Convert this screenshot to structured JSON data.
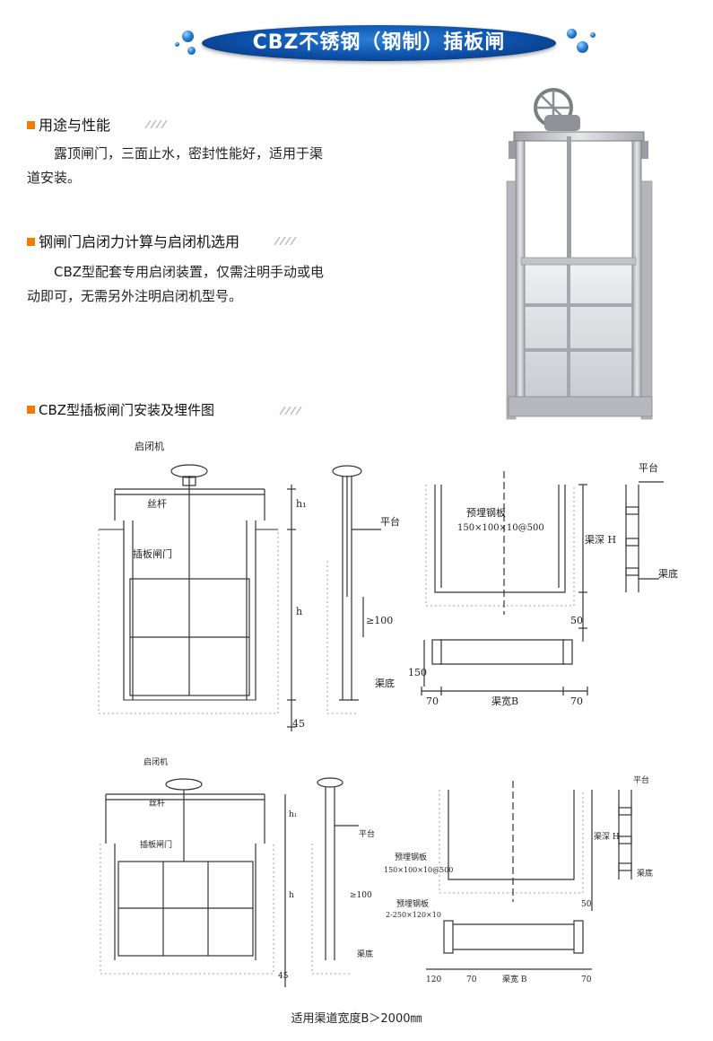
{
  "title": "CBZ不锈钢（钢制）插板闸",
  "sections": [
    {
      "heading": "用途与性能",
      "text": "露顶闸门，三面止水，密封性能好，适用于渠道安装。"
    },
    {
      "heading": "钢闸门启闭力计算与启闭机选用",
      "text": "CBZ型配套专用启闭装置，仅需注明手动或电动即可，无需另外注明启闭机型号。"
    },
    {
      "heading": "CBZ型插板闸门安装及埋件图"
    }
  ],
  "para1": {
    "line1": "露顶闸门，三面止水，密封性能好，适用于渠",
    "line2": "道安装。"
  },
  "para2": {
    "line1": "CBZ型配套专用启闭装置，仅需注明手动或电",
    "line2": "动即可，无需另外注明启闭机型号。"
  },
  "drawing_top": {
    "labels": {
      "hoist": "启闭机",
      "screw": "丝杆",
      "gate": "插板闸门",
      "platform": "平台",
      "channel_bottom": "渠底",
      "embedded_plate": "预埋钢板",
      "plate_spec": "150×100×10@500",
      "channel_depth": "渠深 H",
      "channel_width": "渠宽B",
      "h1": "h₁",
      "h": "h",
      "ge100": "≥100"
    },
    "dims": {
      "d45": "45",
      "d50": "50",
      "d150": "150",
      "d70a": "70",
      "d70b": "70"
    }
  },
  "drawing_bottom": {
    "labels": {
      "hoist": "启闭机",
      "screw": "丝杆",
      "gate": "插板闸门",
      "platform": "平台",
      "channel_bottom": "渠底",
      "embedded_plate": "预埋钢板",
      "plate_spec": "150×100×10@500",
      "embedded_plate2": "预埋钢板",
      "plate_spec2": "2-250×120×10",
      "channel_depth": "渠深 H",
      "channel_width": "渠宽 B",
      "h1": "h₁",
      "h": "h",
      "ge100": "≥100"
    },
    "dims": {
      "d45": "45",
      "d50": "50",
      "d120": "120",
      "d70a": "70",
      "d70b": "70"
    }
  },
  "caption": "适用渠道宽度B＞2000㎜",
  "colors": {
    "banner": "#0d4fa8",
    "accent": "#f07d00",
    "line": "#333333"
  }
}
